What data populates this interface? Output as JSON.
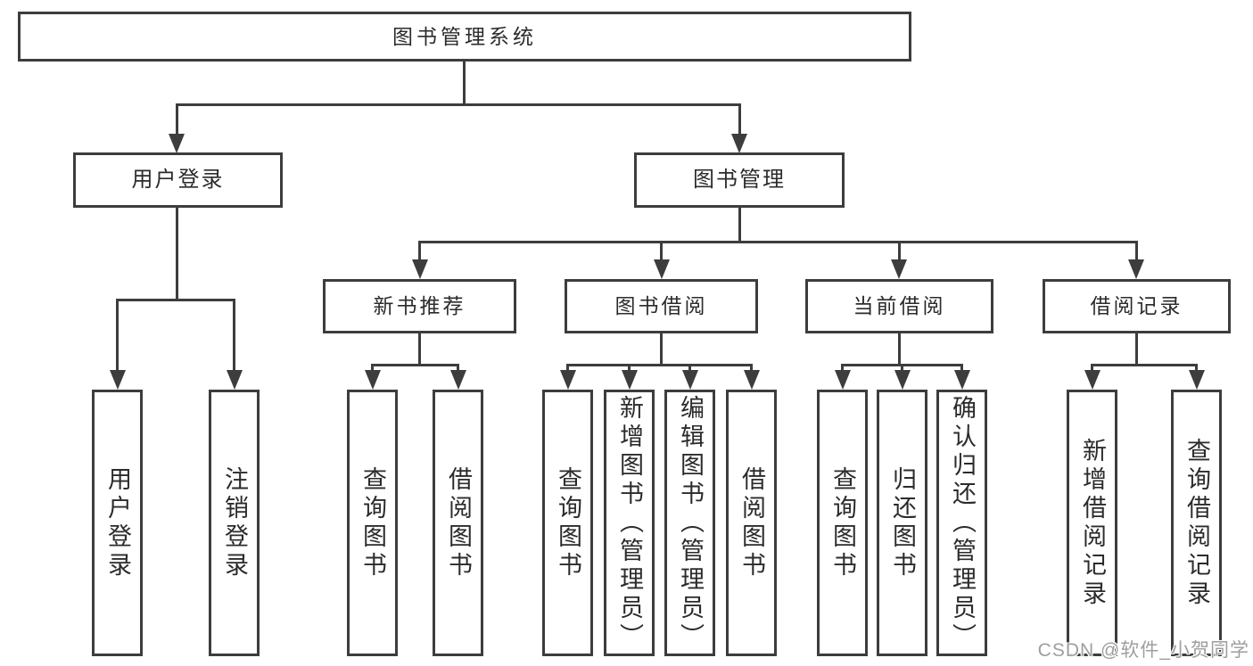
{
  "nodes": {
    "root": "图书管理系统",
    "user_login": "用户登录",
    "book_mgmt": "图书管理",
    "new_book": "新书推荐",
    "book_borrow": "图书借阅",
    "current_borrow": "当前借阅",
    "borrow_record": "借阅记录",
    "leaf_user_login": "用户登录",
    "leaf_logout": "注销登录",
    "nb_query": "查询图书",
    "nb_borrow": "借阅图书",
    "bb_query": "查询图书",
    "bb_add": "新增图书（管理员）",
    "bb_edit": "编辑图书（管理员）",
    "bb_borrow": "借阅图书",
    "cb_query": "查询图书",
    "cb_return": "归还图书",
    "cb_confirm": "确认归还（管理员）",
    "br_add": "新增借阅记录",
    "br_query": "查询借阅记录"
  },
  "watermark": "CSDN @软件_小贺同学",
  "colors": {
    "line": "#3d3d3d",
    "text": "#2b2b2b",
    "watermark": "#9e9e9e",
    "background": "#ffffff"
  }
}
